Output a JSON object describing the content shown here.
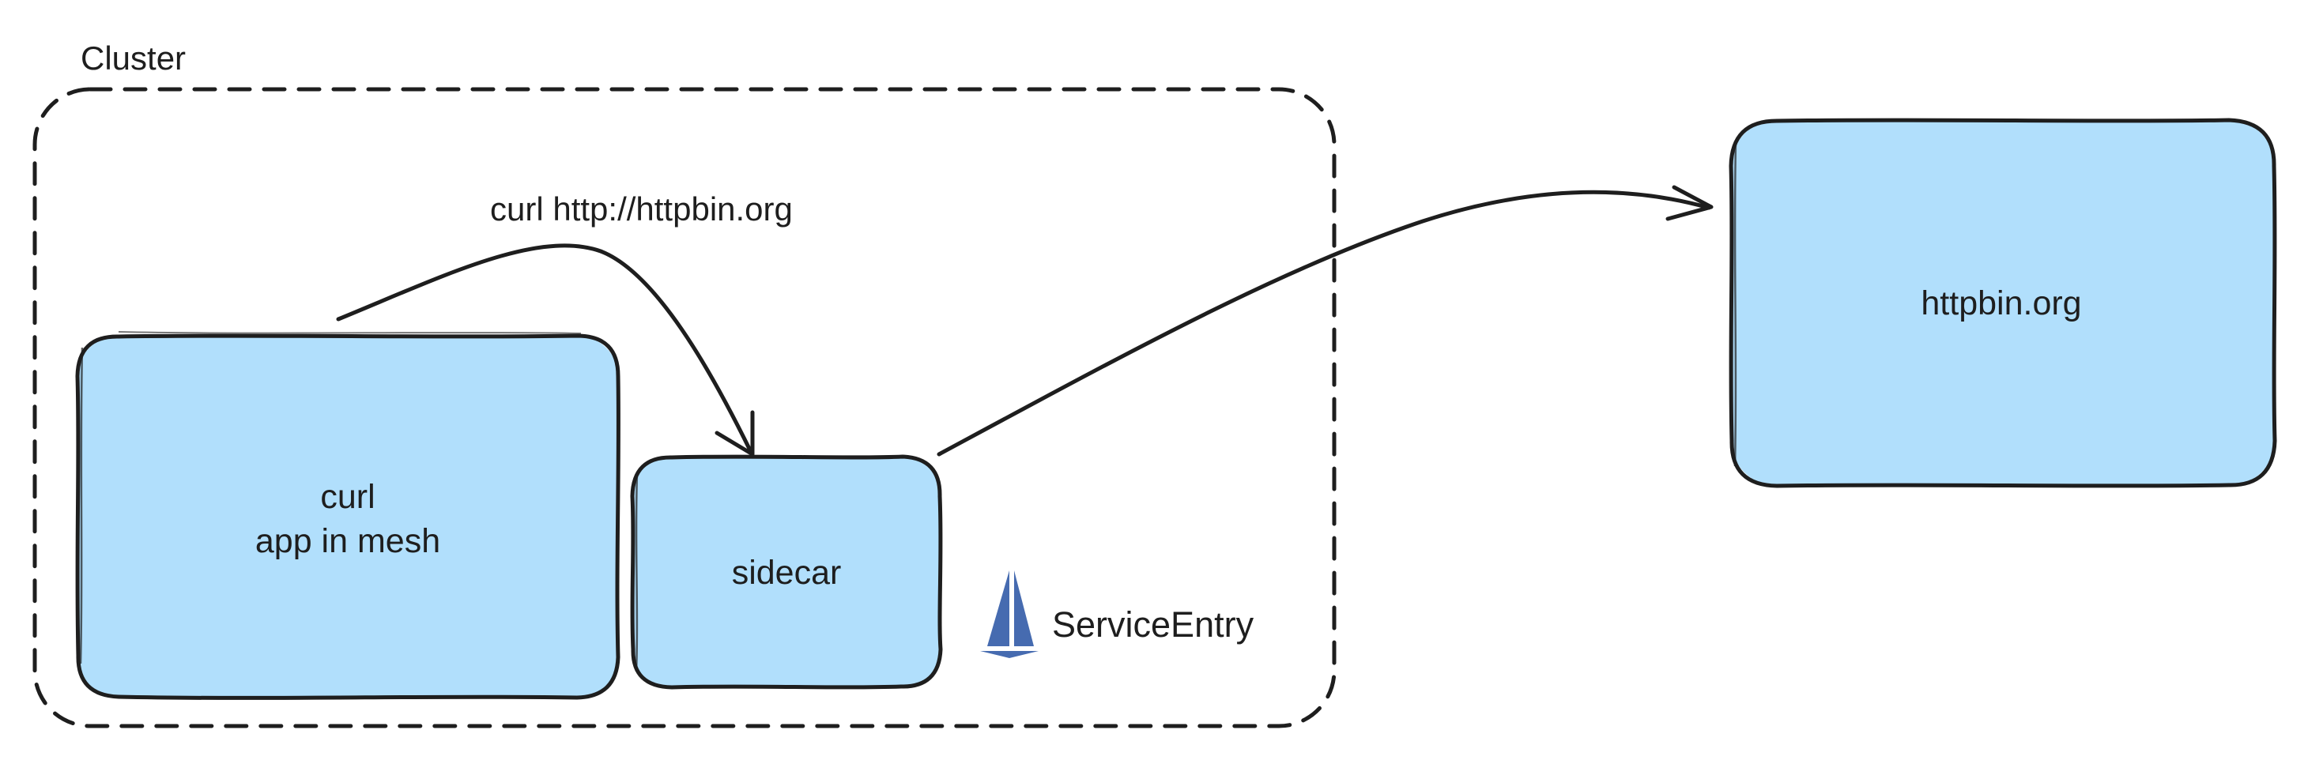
{
  "cluster": {
    "label": "Cluster"
  },
  "edges": {
    "request_label": "curl http://httpbin.org"
  },
  "nodes": {
    "curl_app": {
      "line1": "curl",
      "line2": "app in mesh"
    },
    "sidecar": {
      "label": "sidecar"
    },
    "httpbin": {
      "label": "httpbin.org"
    }
  },
  "service_entry": {
    "label": "ServiceEntry",
    "icon": "istio-sail-icon"
  },
  "colors": {
    "box_fill": "#b1dffc",
    "stroke": "#1e1e1e",
    "istio_blue": "#466bb0"
  }
}
